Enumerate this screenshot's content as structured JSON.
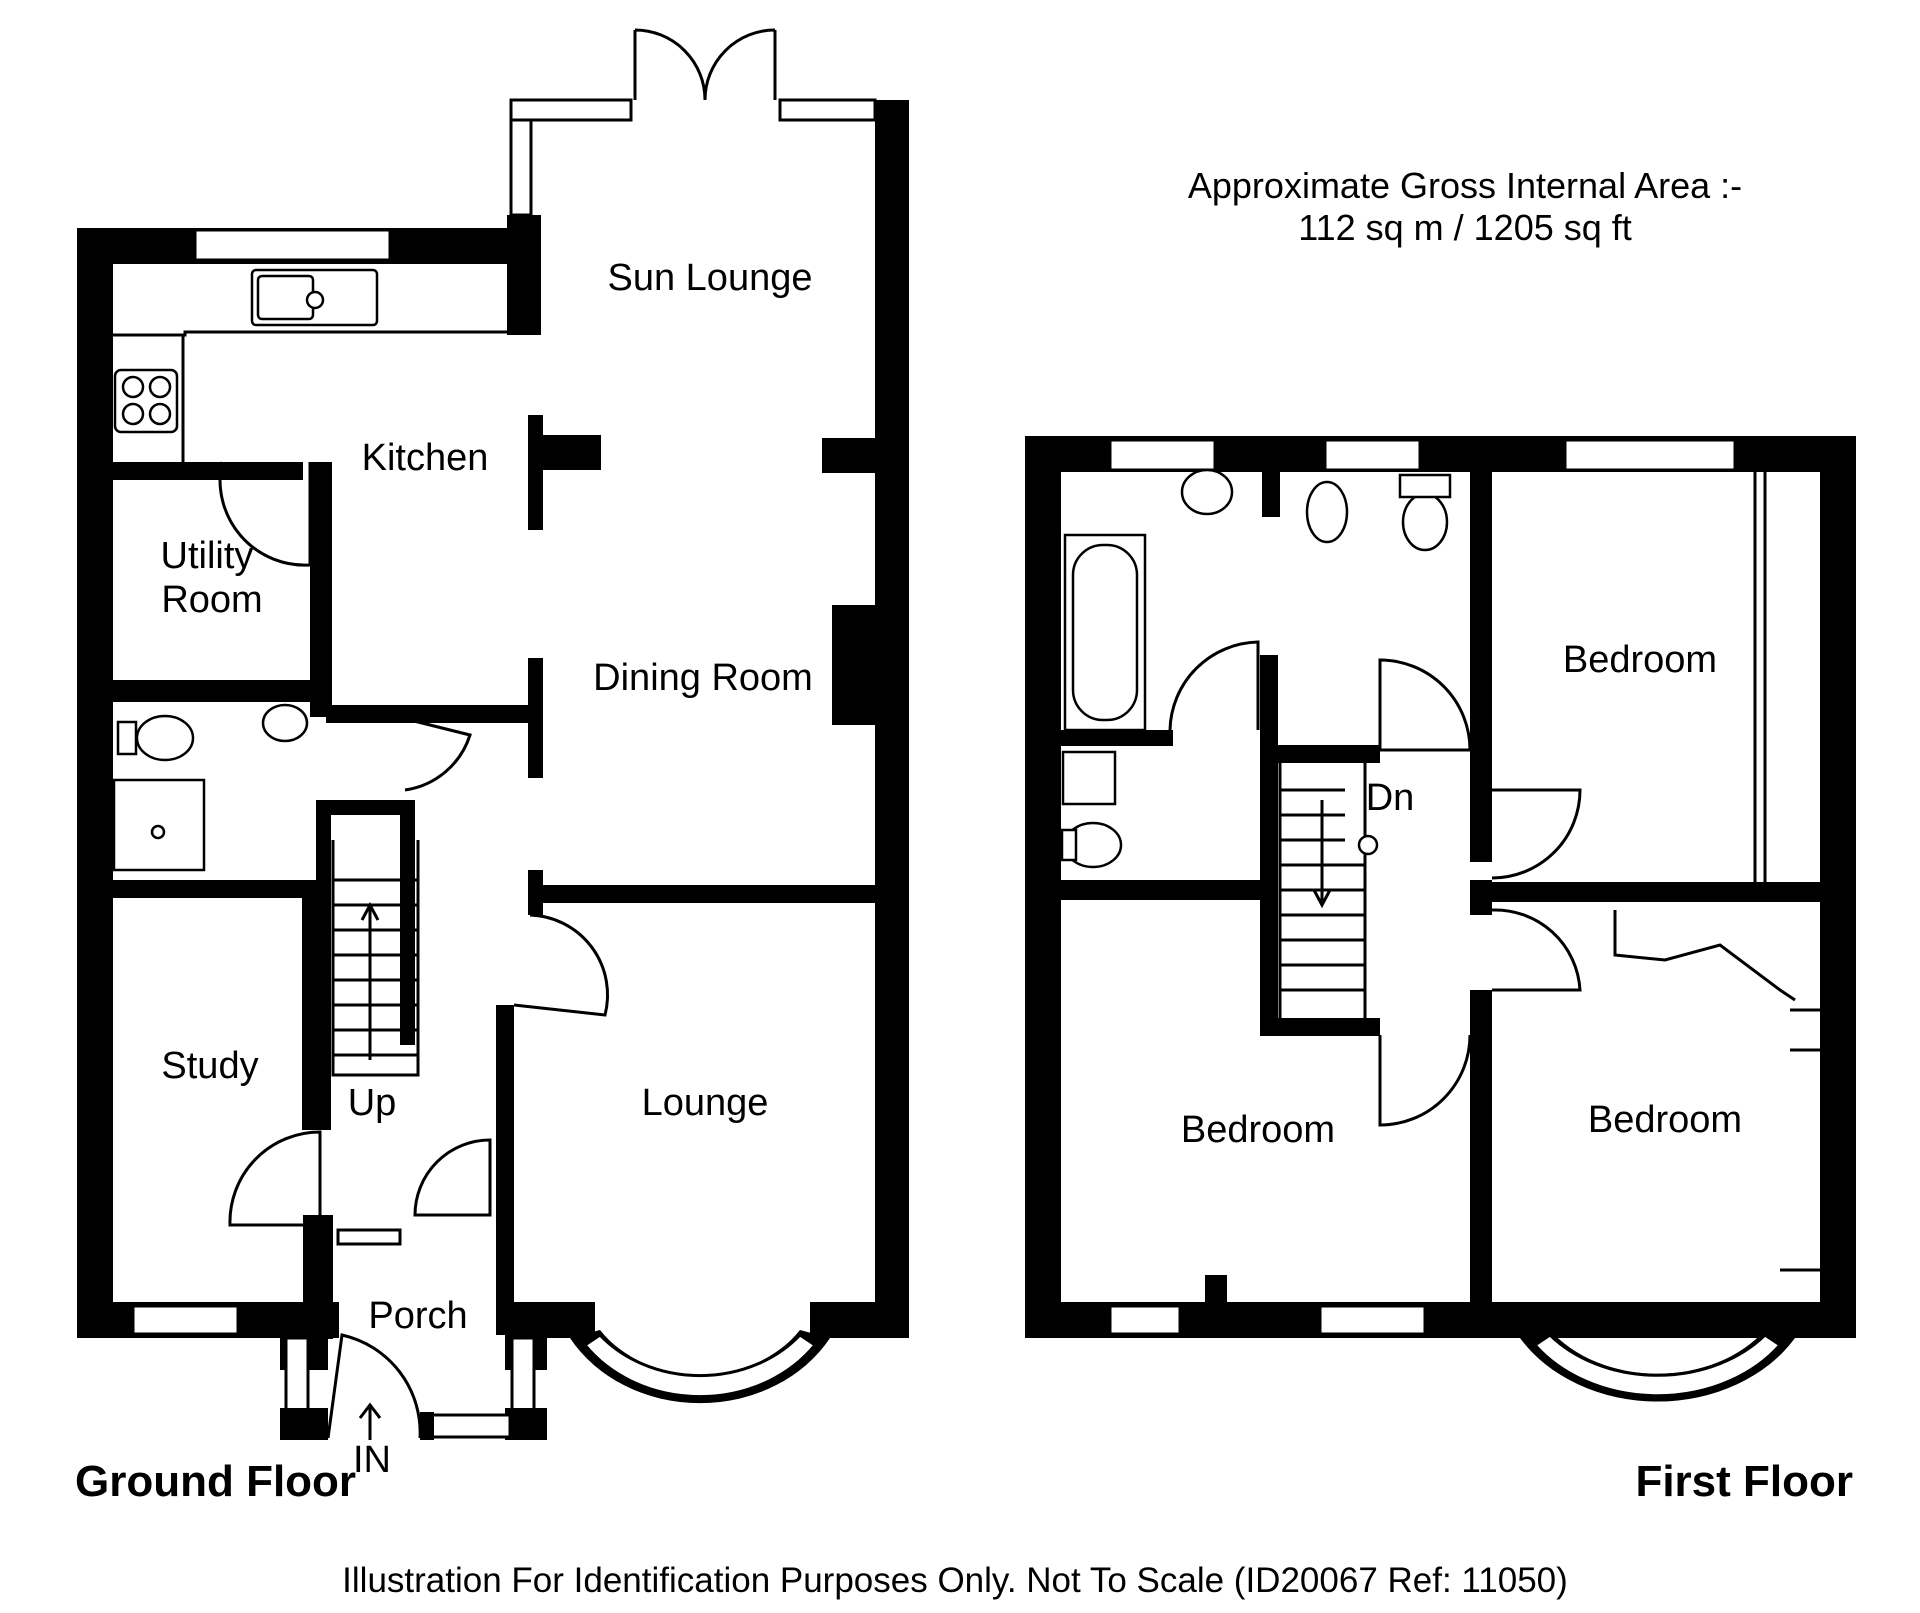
{
  "area_note": {
    "line1": "Approximate Gross Internal Area :-",
    "line2": "112 sq m / 1205 sq ft"
  },
  "ground_floor": {
    "title": "Ground Floor",
    "rooms": {
      "sun_lounge": "Sun Lounge",
      "kitchen": "Kitchen",
      "utility_1": "Utility",
      "utility_2": "Room",
      "dining": "Dining Room",
      "study": "Study",
      "lounge": "Lounge",
      "porch": "Porch",
      "up": "Up",
      "in": "IN"
    }
  },
  "first_floor": {
    "title": "First Floor",
    "rooms": {
      "bedroom_rear": "Bedroom",
      "bedroom_front_left": "Bedroom",
      "bedroom_front_right": "Bedroom",
      "dn": "Dn"
    }
  },
  "footer": "Illustration For Identification Purposes Only. Not To Scale (ID20067 Ref: 11050)"
}
